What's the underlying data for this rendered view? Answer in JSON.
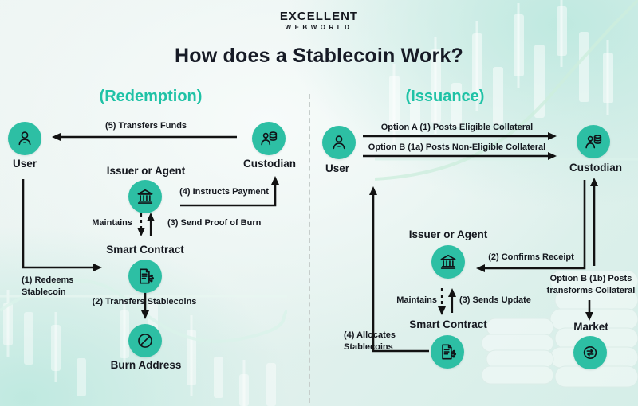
{
  "header": {
    "logo_line1": "EXCELLENT",
    "logo_line2": "WEBWORLD",
    "title": "How does a Stablecoin Work?"
  },
  "colors": {
    "accent_teal": "#1FC2A6",
    "node_fill_teal": "#2DBFA4",
    "arrow_black": "#121212",
    "text_dark": "#15181F",
    "divider_gray": "#C6CDCB"
  },
  "redemption": {
    "title": "(Redemption)",
    "nodes": {
      "user": "User",
      "custodian": "Custodian",
      "issuer": "Issuer or Agent",
      "smart_contract": "Smart Contract",
      "burn_address": "Burn Address"
    },
    "flows": {
      "transfers_funds": "(5) Transfers Funds",
      "instructs_payment": "(4) Instructs Payment",
      "maintains": "Maintains",
      "send_proof_of_burn": "(3) Send Proof of Burn",
      "redeems_line1": "(1) Redeems",
      "redeems_line2": "Stablecoin",
      "transfers_stablecoins": "(2) Transfers Stablecoins"
    }
  },
  "issuance": {
    "title": "(Issuance)",
    "nodes": {
      "user": "User",
      "custodian": "Custodian",
      "issuer": "Issuer or Agent",
      "smart_contract": "Smart Contract",
      "market": "Market"
    },
    "flows": {
      "option_a": "Option A (1) Posts Eligible Collateral",
      "option_b_1a": "Option B (1a) Posts Non-Eligible Collateral",
      "confirms_receipt": "(2) Confirms Receipt",
      "option_b_1b_line1": "Option B (1b) Posts",
      "option_b_1b_line2": "transforms Collateral",
      "maintains": "Maintains",
      "sends_update": "(3) Sends Update",
      "allocates_line1": "(4) Allocates",
      "allocates_line2": "Stablecoins"
    }
  }
}
